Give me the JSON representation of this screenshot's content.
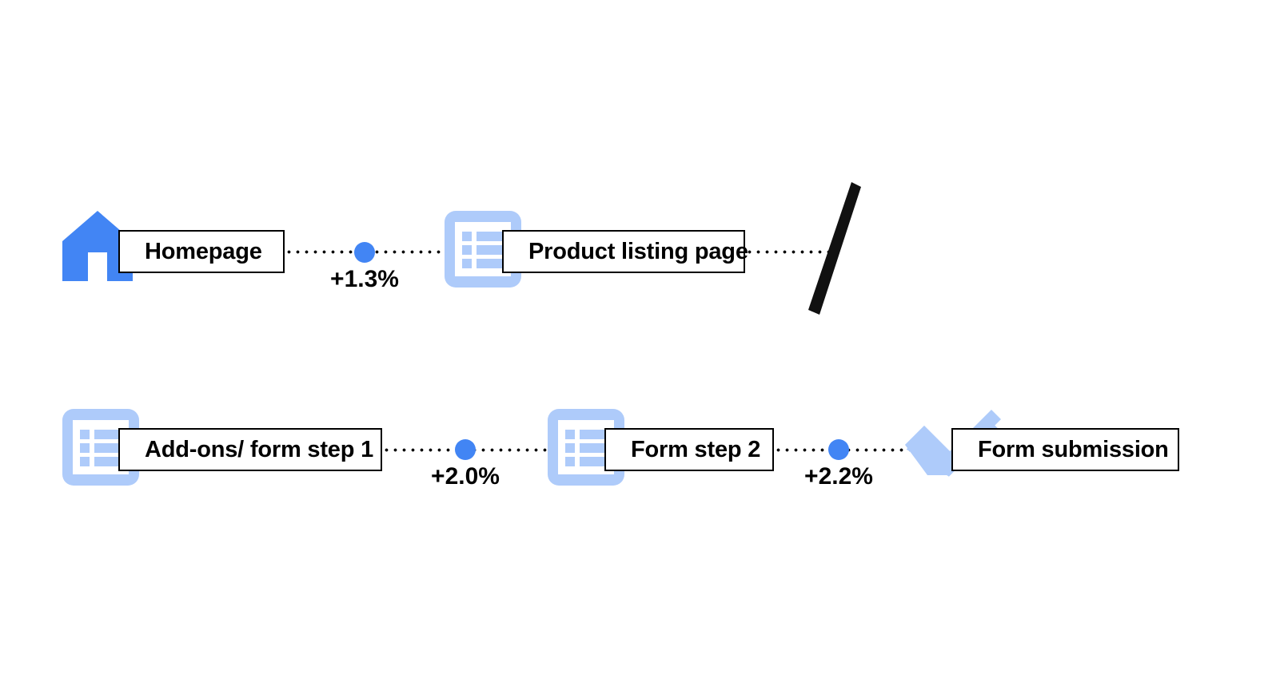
{
  "diagram": {
    "type": "funnel-flow",
    "background_color": "#ffffff",
    "accent_color": "#4285F4",
    "accent_light_color": "#AECBFA",
    "line_color": "#000000",
    "rows": [
      {
        "id": "row-1",
        "nodes": [
          {
            "id": "homepage",
            "label": "Homepage",
            "icon": "home-icon",
            "icon_style": "solid-blue"
          },
          {
            "id": "product-listing-page",
            "label": "Product listing page",
            "icon": "list-document-icon",
            "icon_style": "light-blue"
          }
        ],
        "metrics": [
          {
            "id": "metric-1",
            "value": "+1.3%",
            "between": [
              "homepage",
              "product-listing-page"
            ]
          }
        ],
        "trailing_icon": "diagonal-slash-icon"
      },
      {
        "id": "row-2",
        "nodes": [
          {
            "id": "add-ons-form-step-1",
            "label": "Add-ons/ form step 1",
            "icon": "list-document-icon",
            "icon_style": "light-blue"
          },
          {
            "id": "form-step-2",
            "label": "Form step 2",
            "icon": "list-document-icon",
            "icon_style": "light-blue"
          },
          {
            "id": "form-submission",
            "label": "Form submission",
            "icon": "check-icon",
            "icon_style": "light-blue"
          }
        ],
        "metrics": [
          {
            "id": "metric-2",
            "value": "+2.0%",
            "between": [
              "add-ons-form-step-1",
              "form-step-2"
            ]
          },
          {
            "id": "metric-3",
            "value": "+2.2%",
            "between": [
              "form-step-2",
              "form-submission"
            ]
          }
        ]
      }
    ]
  },
  "chart_data": {
    "type": "funnel",
    "title": "",
    "stages": [
      "Homepage",
      "Product listing page",
      "Add-ons/ form step 1",
      "Form step 2",
      "Form submission"
    ],
    "transitions": [
      {
        "from": "Homepage",
        "to": "Product listing page",
        "label": "+1.3%",
        "value": 1.3
      },
      {
        "from": "Add-ons/ form step 1",
        "to": "Form step 2",
        "label": "+2.0%",
        "value": 2.0
      },
      {
        "from": "Form step 2",
        "to": "Form submission",
        "label": "+2.2%",
        "value": 2.2
      }
    ],
    "unit": "percent",
    "legend": [],
    "xlabel": "",
    "ylabel": ""
  }
}
